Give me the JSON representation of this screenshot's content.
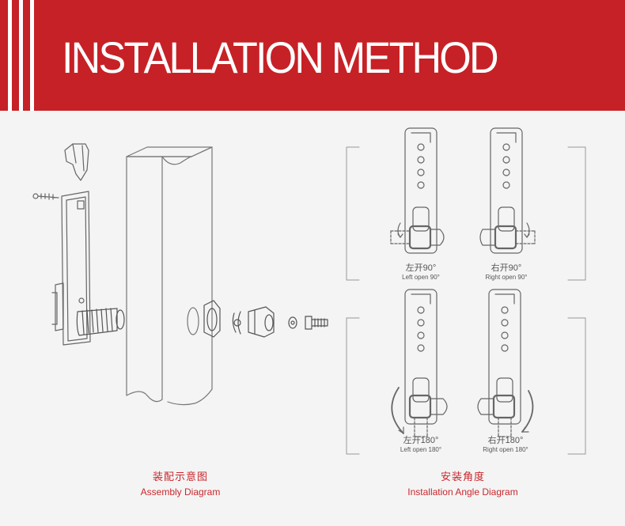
{
  "header": {
    "title": "INSTALLATION METHOD"
  },
  "assembly": {
    "caption_zh": "装配示意图",
    "caption_en": "Assembly Diagram"
  },
  "angle": {
    "caption_zh": "安装角度",
    "caption_en": "Installation Angle Diagram",
    "units": [
      {
        "zh": "左开90°",
        "en": "Left open 90°"
      },
      {
        "zh": "右开90°",
        "en": "Right open 90°"
      },
      {
        "zh": "左开180°",
        "en": "Left open 180°"
      },
      {
        "zh": "右开180°",
        "en": "Right open 180°"
      }
    ]
  },
  "colors": {
    "accent": "#c62126",
    "caption": "#c8282d",
    "line": "#555555",
    "background": "#f4f4f4"
  }
}
